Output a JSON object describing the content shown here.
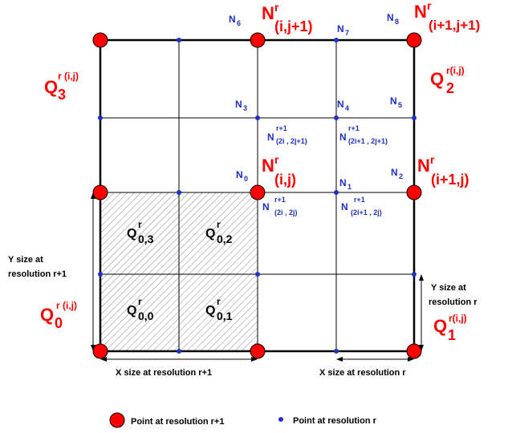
{
  "colors": {
    "red": "#ff0000",
    "blue": "#1f2fc8",
    "black": "#000000"
  },
  "cells": {
    "q03": {
      "main": "Q",
      "sup": "r",
      "sub": "0,3"
    },
    "q02": {
      "main": "Q",
      "sup": "r",
      "sub": "0,2"
    },
    "q00": {
      "main": "Q",
      "sup": "r",
      "sub": "0,0"
    },
    "q01": {
      "main": "Q",
      "sup": "r",
      "sub": "0,1"
    }
  },
  "quads": {
    "Q3": {
      "main": "Q",
      "sup": "r (i,j)",
      "sub": "3"
    },
    "Q2": {
      "main": "Q",
      "sup": "r(i,j)",
      "sub": "2"
    },
    "Q0": {
      "main": "Q",
      "sup": "r (i,j)",
      "sub": "0"
    },
    "Q1": {
      "main": "Q",
      "sup": "r(i,j)",
      "sub": "1"
    }
  },
  "coarse_nodes": {
    "n_ij1": {
      "main": "N",
      "sup": "r",
      "sub": "(i,j+1)"
    },
    "n_i1j1": {
      "main": "N",
      "sup": "r",
      "sub": "(i+1,j+1)"
    },
    "n_ij": {
      "main": "N",
      "sup": "r",
      "sub": "(i,j)"
    },
    "n_i1j": {
      "main": "N",
      "sup": "r",
      "sub": "(i+1,j)"
    }
  },
  "fine_nodes": {
    "n2i2j1": {
      "main": "N",
      "sup": "r+1",
      "sub": "(2i , 2j+1)"
    },
    "n2i12j1": {
      "main": "N",
      "sup": "r+1",
      "sub": "(2i+1 , 2j+1)"
    },
    "n2i2j": {
      "main": "N",
      "sup": "r+1",
      "sub": "(2i , 2j)"
    },
    "n2i12j": {
      "main": "N",
      "sup": "r+1",
      "sub": "(2i+1 , 2j)"
    }
  },
  "indexed_nodes": [
    {
      "main": "N",
      "sub": "0"
    },
    {
      "main": "N",
      "sub": "1"
    },
    {
      "main": "N",
      "sub": "2"
    },
    {
      "main": "N",
      "sub": "3"
    },
    {
      "main": "N",
      "sub": "4"
    },
    {
      "main": "N",
      "sub": "5"
    },
    {
      "main": "N",
      "sub": "6"
    },
    {
      "main": "N",
      "sub": "7"
    },
    {
      "main": "N",
      "sub": "8"
    }
  ],
  "dimensions": {
    "y_fine_line1": "Y size at",
    "y_fine_line2": "resolution r+1",
    "y_coarse_line1": "Y size at",
    "y_coarse_line2": "resolution r",
    "x_fine": "X size at resolution r+1",
    "x_coarse": "X size at resolution r"
  },
  "legend": {
    "red_label": "Point at resolution r+1",
    "blue_label": "Point at resolution r"
  }
}
